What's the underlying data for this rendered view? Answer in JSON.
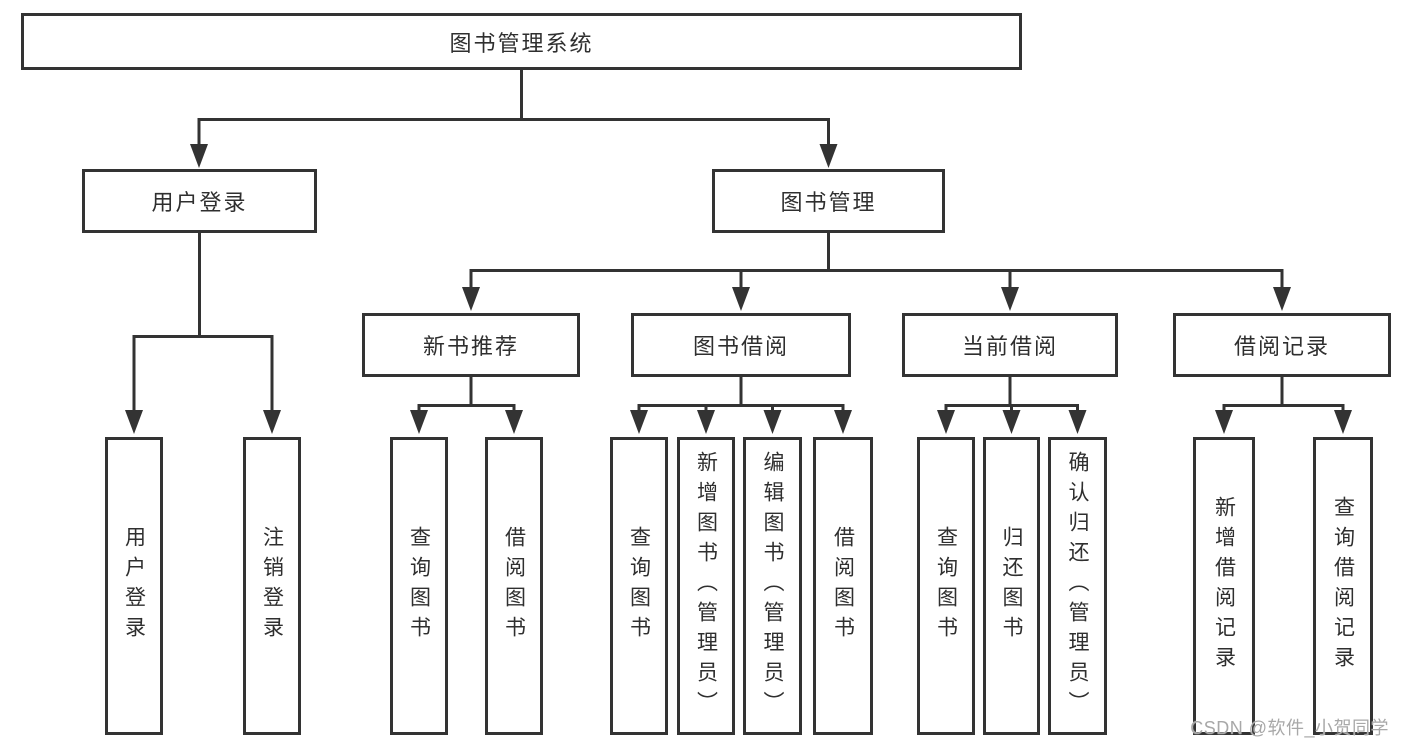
{
  "watermark": "CSDN @软件_小贺同学",
  "colors": {
    "line": "#333333",
    "box_border": "#333333",
    "text": "#2f2f2f",
    "watermark": "#a8a8a8",
    "background": "#ffffff"
  },
  "tree": {
    "root": {
      "label": "图书管理系统"
    },
    "level2": [
      {
        "label": "用户登录",
        "children": [
          {
            "label": "用户登录"
          },
          {
            "label": "注销登录"
          }
        ]
      },
      {
        "label": "图书管理",
        "sections": [
          {
            "label": "新书推荐",
            "children": [
              {
                "label": "查询图书"
              },
              {
                "label": "借阅图书"
              }
            ]
          },
          {
            "label": "图书借阅",
            "children": [
              {
                "label": "查询图书"
              },
              {
                "label": "新增图书（管理员）"
              },
              {
                "label": "编辑图书（管理员）"
              },
              {
                "label": "借阅图书"
              }
            ]
          },
          {
            "label": "当前借阅",
            "children": [
              {
                "label": "查询图书"
              },
              {
                "label": "归还图书"
              },
              {
                "label": "确认归还（管理员）"
              }
            ]
          },
          {
            "label": "借阅记录",
            "children": [
              {
                "label": "新增借阅记录"
              },
              {
                "label": "查询借阅记录"
              }
            ]
          }
        ]
      }
    ]
  }
}
